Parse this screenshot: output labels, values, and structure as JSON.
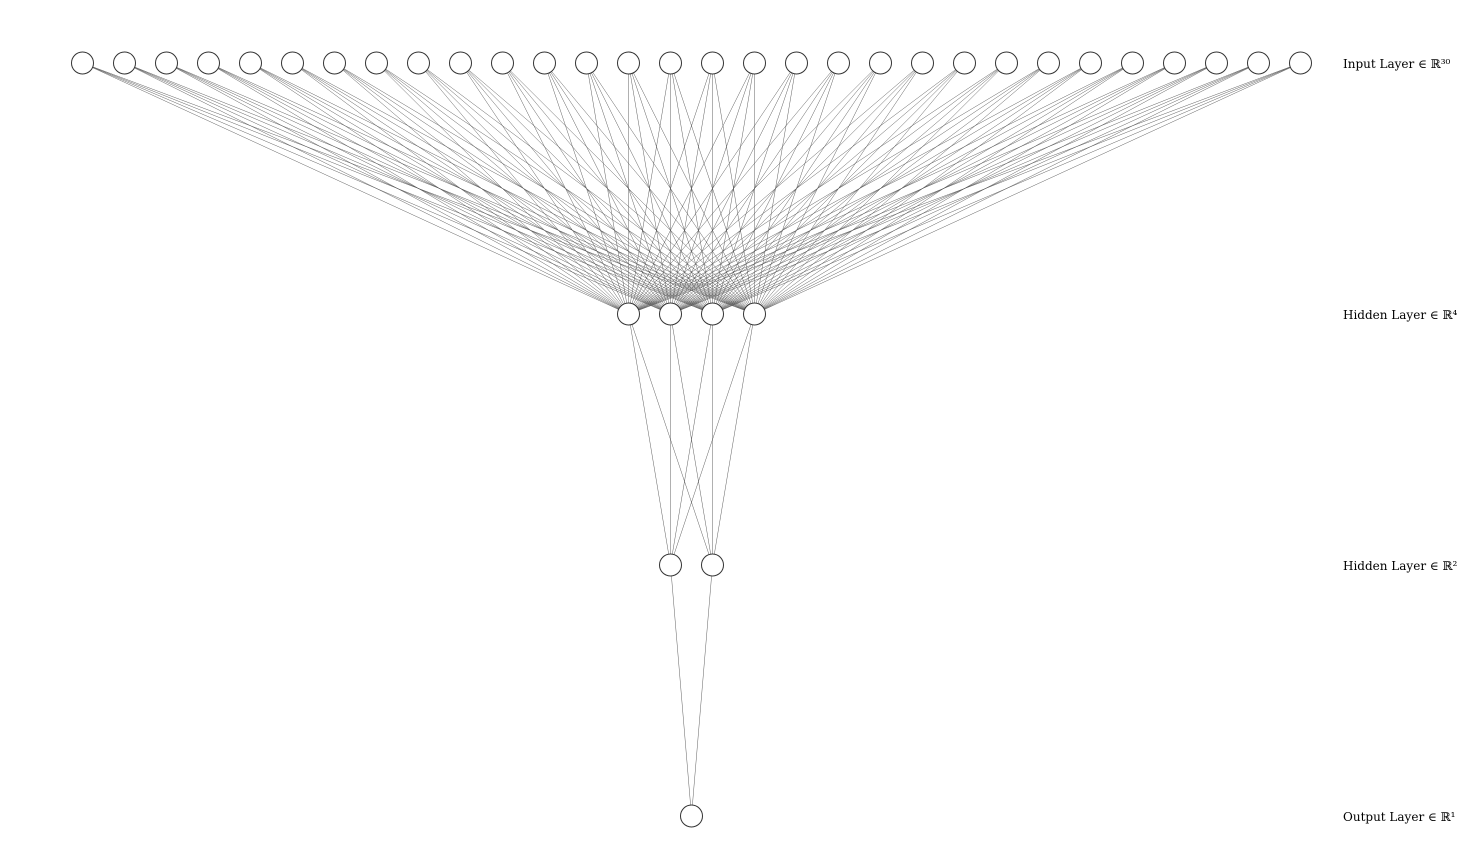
{
  "layers": [
    {
      "id": "input",
      "label": "Input Layer ∈ ℝ³⁰",
      "units": 30
    },
    {
      "id": "hidden1",
      "label": "Hidden Layer ∈ ℝ⁴",
      "units": 4
    },
    {
      "id": "hidden2",
      "label": "Hidden Layer ∈ ℝ²",
      "units": 2
    },
    {
      "id": "output",
      "label": "Output Layer ∈ ℝ¹",
      "units": 1
    }
  ],
  "connectivity": "fully-connected",
  "colors": {
    "edge": "#505050",
    "node_fill": "#ffffff",
    "node_stroke": "#333333",
    "background": "#ffffff"
  }
}
